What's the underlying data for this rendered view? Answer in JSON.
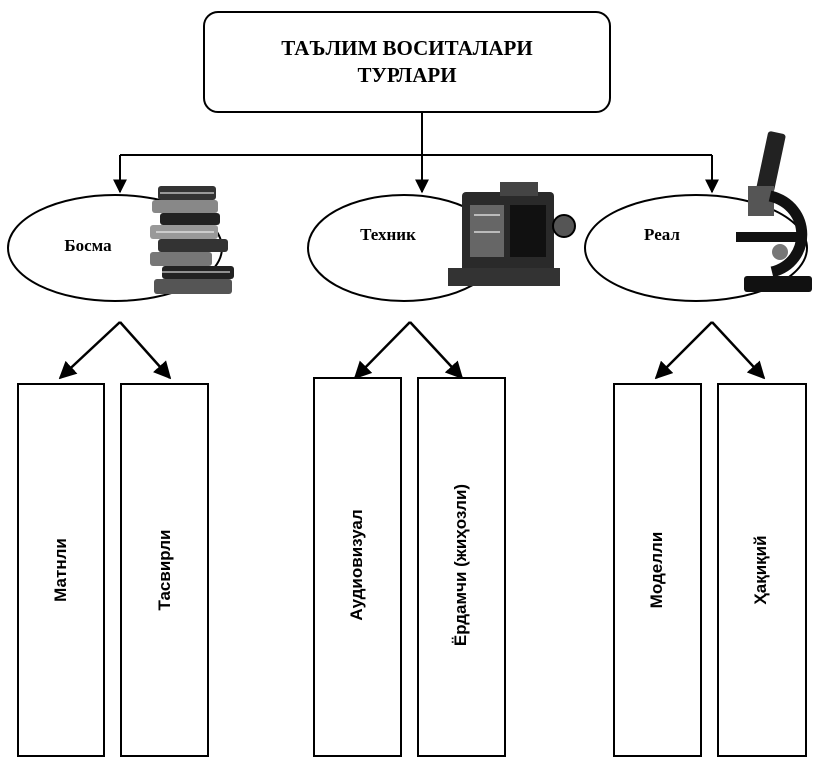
{
  "root": {
    "title_line1": "ТАЪЛИМ ВОСИТАЛАРИ",
    "title_line2": "ТУРЛАРИ"
  },
  "categories": [
    {
      "label": "Босма",
      "icon": "books-icon",
      "children": [
        "Матнли",
        "Тасвирли"
      ]
    },
    {
      "label": "Техник",
      "icon": "projector-icon",
      "children": [
        "Аудиовизуал",
        "Ёрдамчи (жиҳозли)"
      ]
    },
    {
      "label": "Реал",
      "icon": "microscope-icon",
      "children": [
        "Моделли",
        "Ҳақиқий"
      ]
    }
  ],
  "colors": {
    "line": "#000000",
    "background": "#ffffff"
  }
}
